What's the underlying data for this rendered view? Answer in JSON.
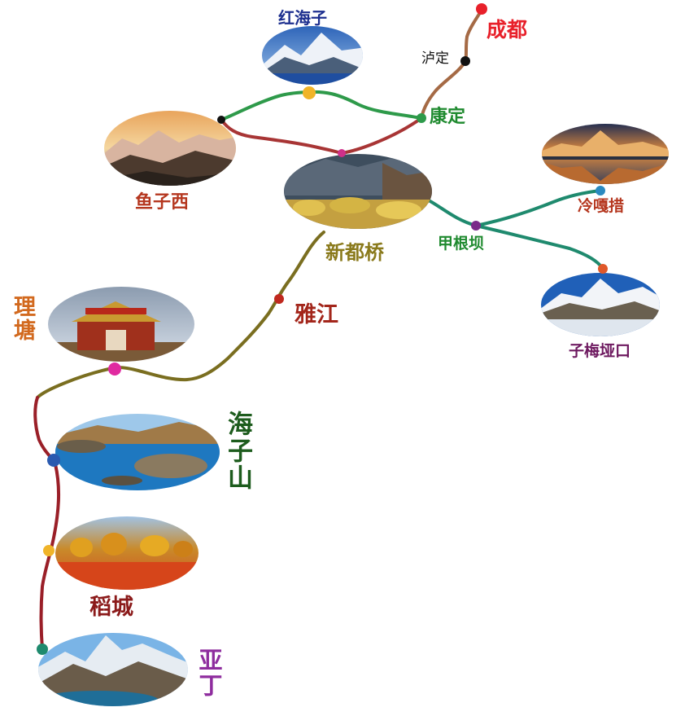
{
  "places": {
    "chengdu": "成都",
    "luding": "泸定",
    "kangding": "康定",
    "hong_haizi": "红海子",
    "yuzixi": "鱼子西",
    "xinduqiao": "新都桥",
    "jiagenba": "甲根坝",
    "lengga_cuo": "冷嘎措",
    "zimei_yakou": "子梅垭口",
    "yajiang": "雅江",
    "litang": "理塘",
    "haizishan": "海子山",
    "daocheng": "稻城",
    "yading": "亚丁"
  },
  "colors": {
    "chengdu": "#e8202a",
    "kangding": "#1f8a2f",
    "hong_haizi": "#1d2f8f",
    "yuzixi": "#b5371f",
    "xinduqiao": "#8a7a1c",
    "jiagenba": "#1f8a2f",
    "lengga_cuo": "#b5371f",
    "zimei_yakou": "#6e1a60",
    "yajiang": "#a3261b",
    "litang": "#d2691e",
    "haizishan": "#1d5c1d",
    "daocheng": "#8b1a1a",
    "yading": "#8e2c9e",
    "route_brown": "#a56a45",
    "route_green": "#2e9a4a",
    "route_red": "#a83535",
    "route_olive": "#7a6e20",
    "route_teal": "#1f8a6e",
    "route_darkred": "#9a1f28"
  },
  "icons": {
    "scenic_photos": "landscape-photo-icon",
    "stop_markers": "route-stop-dot-icon"
  }
}
